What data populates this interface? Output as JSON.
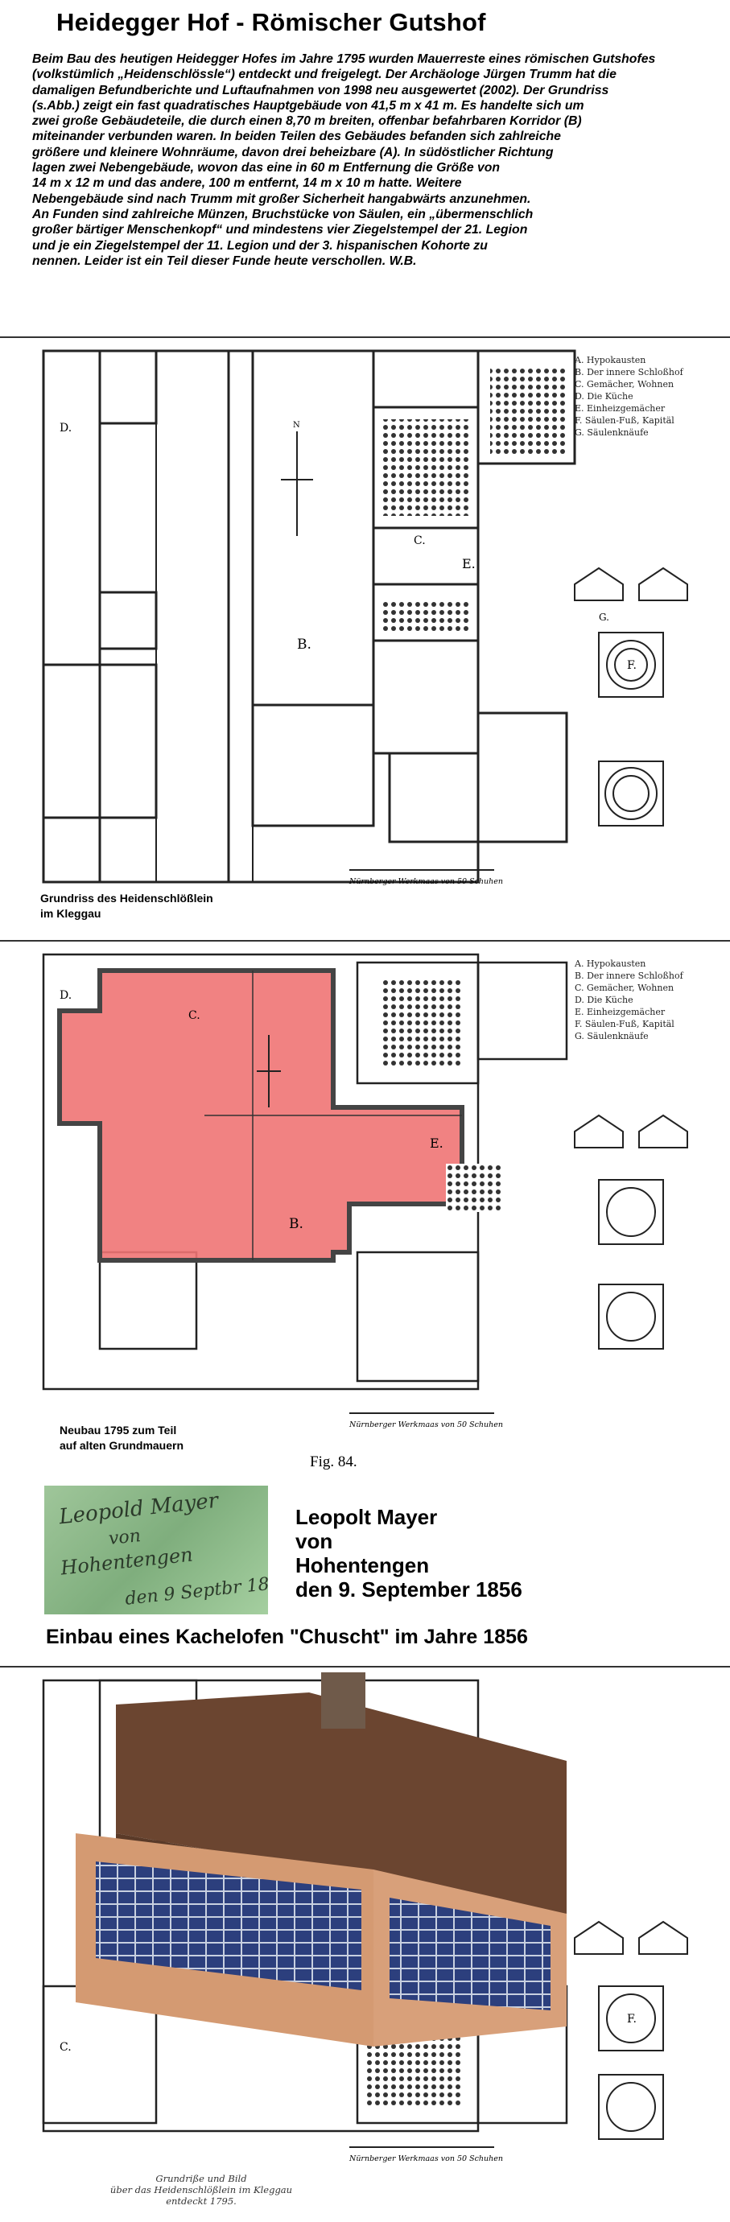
{
  "title": "Heidegger Hof - Römischer Gutshof",
  "intro_lines": [
    "Beim Bau des heutigen Heidegger Hofes im Jahre 1795 wurden Mauerreste eines römischen Gutshofes",
    "(volkstümlich „Heidenschlössle“) entdeckt und freigelegt. Der Archäologe Jürgen Trumm hat die",
    "damaligen Befundberichte und Luftaufnahmen von 1998 neu ausgewertet (2002). Der Grundriss",
    "(s.Abb.) zeigt ein fast quadratisches Hauptgebäude von 41,5 m x 41 m. Es handelte sich um",
    "zwei große Gebäudeteile, die durch einen 8,70 m breiten, offenbar befahrbaren Korridor (B)",
    "miteinander verbunden waren. In beiden Teilen des Gebäudes befanden sich zahlreiche",
    "größere und kleinere Wohnräume, davon drei beheizbare (A).  In südöstlicher Richtung",
    "lagen zwei Nebengebäude, wovon das eine in 60 m Entfernung die Größe von",
    "14 m x 12 m und das andere, 100 m entfernt, 14 m x 10 m hatte. Weitere",
    "Nebengebäude sind nach Trumm  mit großer Sicherheit hangabwärts anzunehmen.",
    "An Funden sind zahlreiche Münzen, Bruchstücke von Säulen, ein „übermenschlich",
    "großer bärtiger Menschenkopf“ und mindestens vier Ziegelstempel der 21. Legion",
    "und je ein Ziegelstempel der 11. Legion und der 3. hispanischen Kohorte zu",
    "nennen. Leider ist ein Teil dieser Funde heute verschollen.     W.B."
  ],
  "legend": [
    "A. Hypokausten",
    "B. Der innere Schloßhof",
    "C. Gemächer, Wohnen",
    "D. Die Küche",
    "E. Einheizgemächer",
    "F. Säulen-Fuß, Kapitäl",
    "G. Säulenknäufe"
  ],
  "room_labels": {
    "b": "B.",
    "c": "C.",
    "d": "D.",
    "e": "E.",
    "f": "F.",
    "g": "G."
  },
  "scale_text": "Nürnberger Werkmaas von 50 Schuhen",
  "captions": {
    "plan1": [
      "Grundriss des Heidenschlößlein",
      "im Kleggau"
    ],
    "plan2": [
      "Neubau 1795 zum Teil",
      "auf alten Grundmauern"
    ]
  },
  "fig_label": "Fig. 84.",
  "signature_photo_text": [
    "Leopold Mayer",
    "von",
    "Hohentengen",
    "den 9 Septbr 1856"
  ],
  "mayer_lines": [
    "Leopolt Mayer",
    "von",
    "Hohentengen",
    "den 9. September 1856"
  ],
  "kachelofen": "Einbau eines Kachelofen \"Chuscht\" im Jahre 1856",
  "handnote_lines": [
    "Grundriße und Bild",
    "über das Heidenschlößlein im Kleggau",
    "entdeckt 1795."
  ],
  "colors": {
    "overlay": "#f07474",
    "roof": "#6b4530",
    "wall": "#d49a72",
    "solar": "#2c3f7d"
  }
}
